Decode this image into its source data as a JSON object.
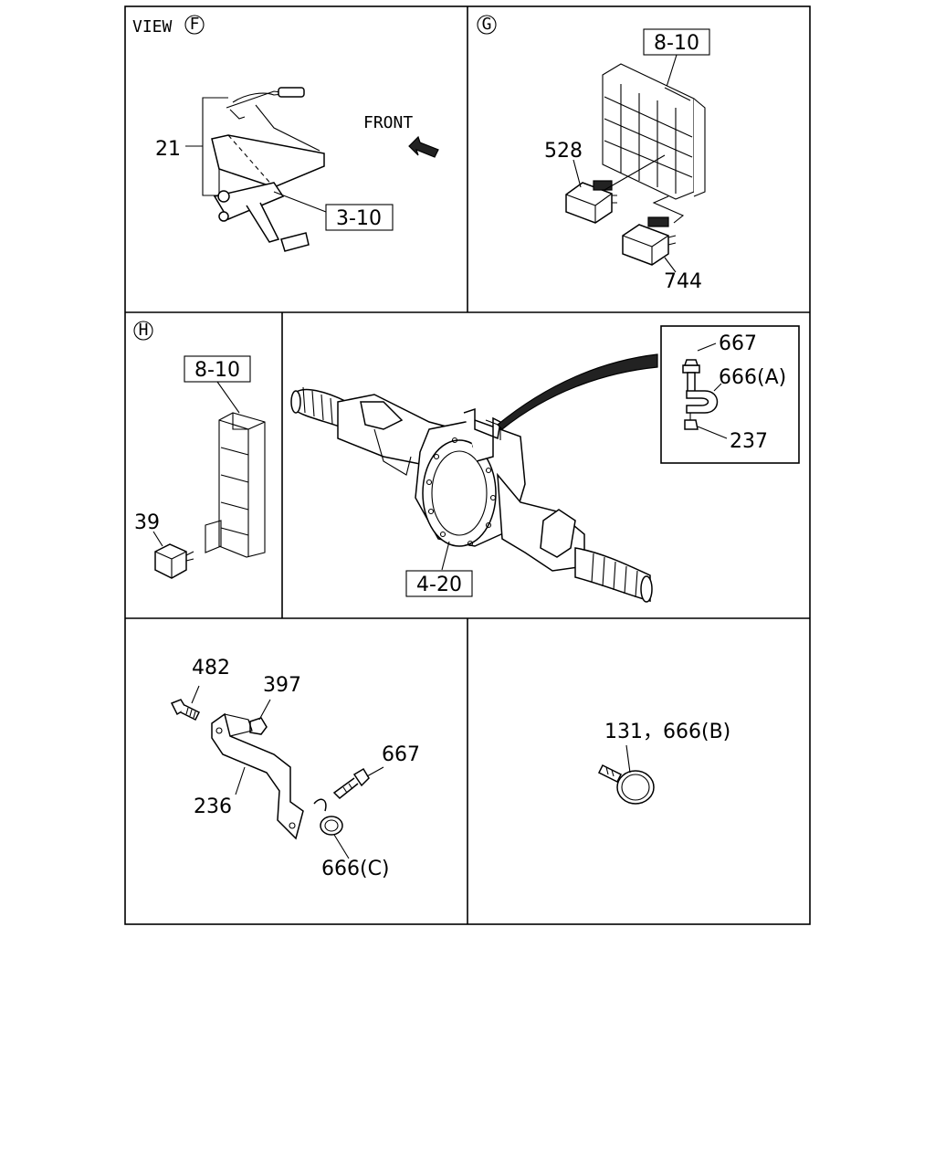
{
  "panels": {
    "f": {
      "view_label": "VIEW",
      "circle_letter": "F",
      "front_label": "FRONT",
      "part_21": "21",
      "ref_3_10": "3-10"
    },
    "g": {
      "circle_letter": "G",
      "ref_8_10": "8-10",
      "part_528": "528",
      "part_744": "744"
    },
    "h": {
      "circle_letter": "H",
      "ref_8_10": "8-10",
      "part_39": "39"
    },
    "axle": {
      "ref_4_20": "4-20",
      "part_667": "667",
      "part_666a": "666(A)",
      "part_237": "237"
    },
    "bracket": {
      "part_482": "482",
      "part_397": "397",
      "part_667": "667",
      "part_236": "236",
      "part_666c": "666(C)"
    },
    "clamp": {
      "part_131_666b": "131，666(B)"
    }
  }
}
